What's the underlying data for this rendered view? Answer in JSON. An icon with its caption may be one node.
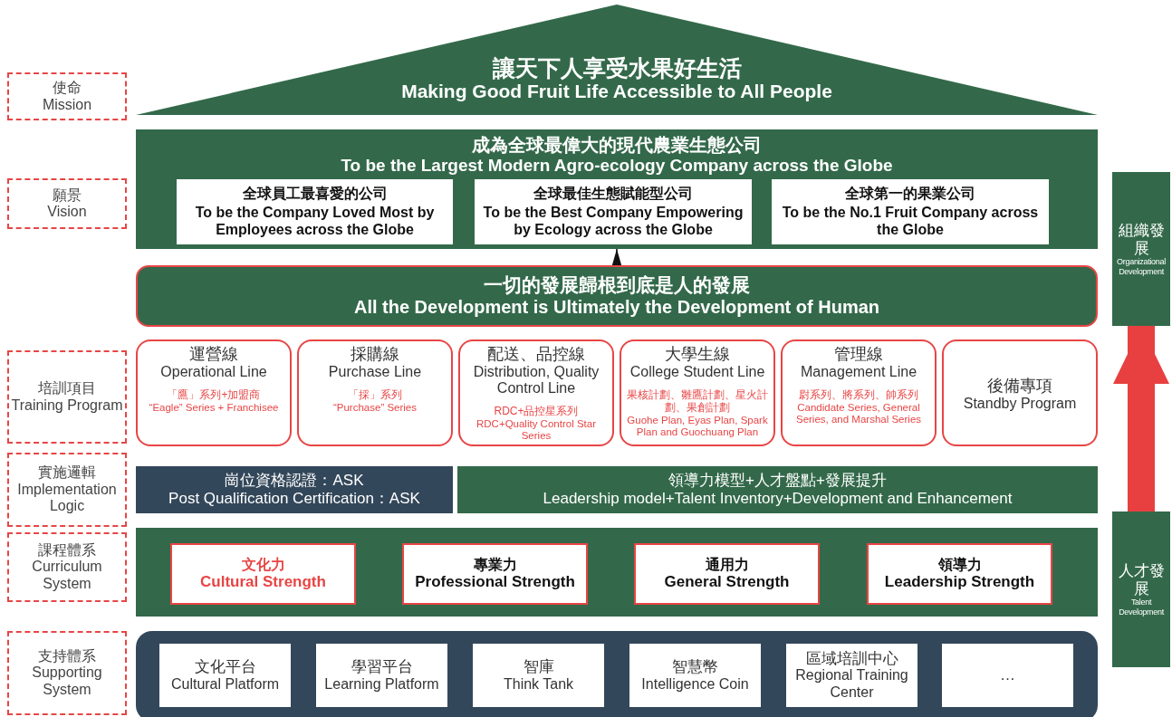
{
  "diagram": {
    "nodes": [
      {
        "text": [
          "讓天下人享受水果好生活",
          "Making Good Fruit Life Accessible to All People"
        ]
      },
      {
        "text": [
          "成為全球最偉大的現代農業生態公司",
          "To be the Largest Modern Agro-ecology Company across the Globe"
        ]
      },
      {
        "text": [
          "全球員工最喜愛的公司",
          "To be the Company Loved Most by Employees across the Globe"
        ],
        "in": 1
      },
      {
        "text": [
          "全球最佳生態賦能型公司",
          "To be the Best Company Empowering by Ecology across the Globe"
        ],
        "in": 1
      },
      {
        "text": [
          "全球第一的果業公司",
          "To be the No.1 Fruit Company across the Globe"
        ],
        "in": 1
      },
      {
        "text": [
          "一切的發展歸根到底是人的發展",
          "All the Development is Ultimately the Development of Human"
        ]
      },
      {
        "text": [
          "運營線",
          "Operational Line",
          "「鷹」系列+加盟商",
          "“Eagle” Series + Franchisee"
        ]
      },
      {
        "text": [
          "採購線",
          "Purchase Line",
          "「採」系列",
          "“Purchase” Series"
        ]
      },
      {
        "text": [
          "配送、品控線",
          "Distribution, Quality Control Line",
          "RDC+品控星系列",
          "RDC+Quality Control Star Series"
        ]
      },
      {
        "text": [
          "大學生線",
          "College Student Line",
          "果核計劃、雛鷹計劃、星火計劃、果創計劃",
          "Guohe Plan, Eyas Plan, Spark Plan and Guochuang Plan"
        ]
      },
      {
        "text": [
          "管理線",
          "Management Line",
          "尉系列、將系列、帥系列",
          "Candidate Series, General Series, and Marshal Series"
        ]
      },
      {
        "text": [
          "後備專項",
          "Standby Program"
        ]
      },
      {
        "text": [
          "崗位資格認證：ASK",
          "Post Qualification Certification：ASK"
        ]
      },
      {
        "text": [
          "領導力模型+人才盤點+發展提升",
          "Leadership model+Talent Inventory+Development and Enhancement"
        ]
      },
      {
        "text": [],
        "shape": "box"
      },
      {
        "text": [
          "文化力",
          "Cultural Strength"
        ],
        "in": 14
      },
      {
        "text": [
          "專業力",
          "Professional Strength"
        ],
        "in": 14
      },
      {
        "text": [
          "通用力",
          "General Strength"
        ],
        "in": 14
      },
      {
        "text": [
          "領導力",
          "Leadership Strength"
        ],
        "in": 14
      },
      {
        "text": [],
        "shape": "box"
      },
      {
        "text": [
          "文化平台",
          "Cultural Platform"
        ],
        "in": 19
      },
      {
        "text": [
          "學習平台",
          "Learning Platform"
        ],
        "in": 19
      },
      {
        "text": [
          "智庫",
          "Think Tank"
        ],
        "in": 19
      },
      {
        "text": [
          "智慧幣",
          "Intelligence Coin"
        ],
        "in": 19
      },
      {
        "text": [
          "區域培訓中心",
          "Regional Training Center"
        ],
        "in": 19
      },
      {
        "text": [
          "…"
        ],
        "in": 19
      },
      {
        "text": [
          "使命",
          "Mission"
        ]
      },
      {
        "text": [
          "願景",
          "Vision"
        ]
      },
      {
        "text": [
          "培訓項目",
          "Training Program"
        ]
      },
      {
        "text": [
          "實施邏輯",
          "Implementation Logic"
        ]
      },
      {
        "text": [
          "課程體系",
          "Curriculum System"
        ]
      },
      {
        "text": [
          "支持體系",
          "Supporting System"
        ]
      },
      {
        "text": [
          "組織發展",
          "Organizational Development"
        ]
      },
      {
        "text": [
          "人才發展",
          "Talent Development"
        ]
      }
    ],
    "edges": [
      {
        "from": 5,
        "to": 1,
        "arrow": "to"
      },
      {
        "from": 33,
        "to": 32,
        "arrow": "to",
        "style": "thick",
        "color": "#e84040"
      }
    ]
  }
}
